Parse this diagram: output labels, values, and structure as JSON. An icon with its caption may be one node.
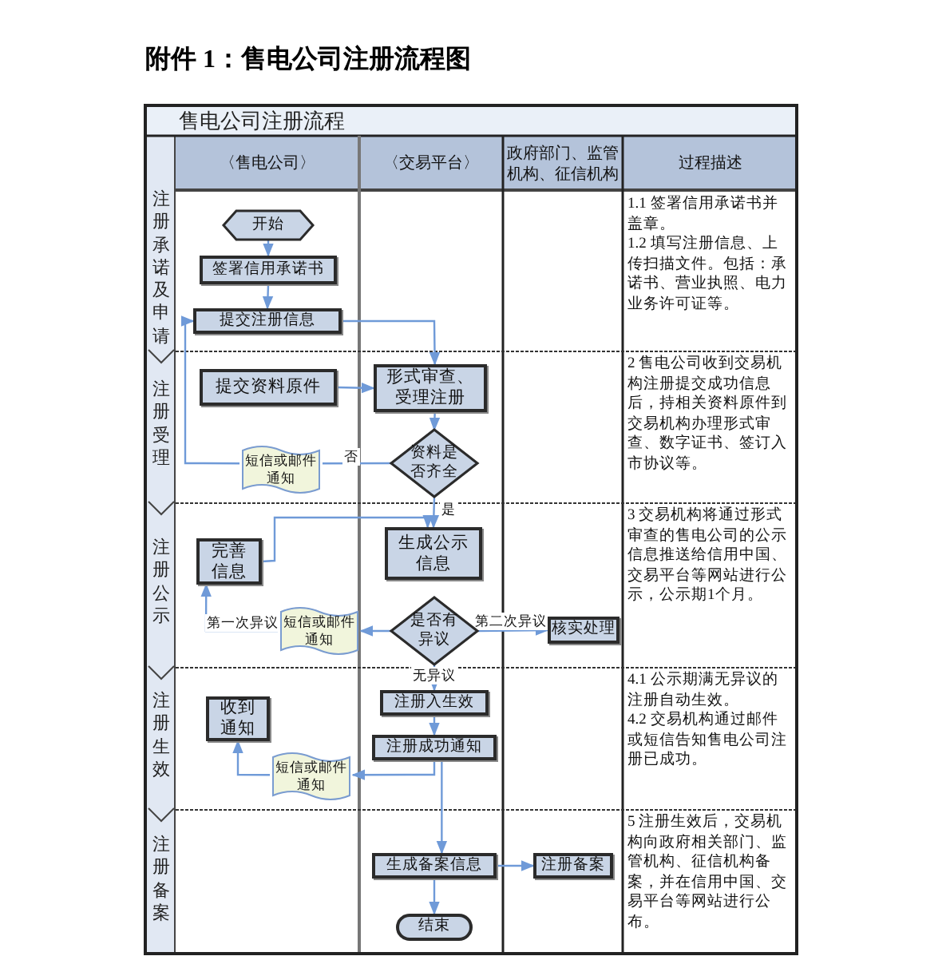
{
  "diagram": {
    "title": "附件 1：售电公司注册流程图",
    "nodes": [
      {
        "text": [
          "开始"
        ]
      },
      {
        "text": [
          "签署信用承诺书"
        ]
      },
      {
        "text": [
          "提交注册信息"
        ]
      },
      {
        "text": [
          "提交资料原件"
        ]
      },
      {
        "text": [
          "形式审查、受理注册"
        ]
      },
      {
        "text": [
          "资料是否齐全"
        ]
      },
      {
        "text": [
          "短信或邮件通知"
        ]
      },
      {
        "text": [
          "完善信息"
        ]
      },
      {
        "text": [
          "生成公示信息"
        ]
      },
      {
        "text": [
          "是否有异议"
        ]
      },
      {
        "text": [
          "短信或邮件通知"
        ]
      },
      {
        "text": [
          "核实处理"
        ]
      },
      {
        "text": [
          "注册入生效"
        ]
      },
      {
        "text": [
          "注册成功通知"
        ]
      },
      {
        "text": [
          "收到通知"
        ]
      },
      {
        "text": [
          "短信或邮件通知"
        ]
      },
      {
        "text": [
          "生成备案信息"
        ]
      },
      {
        "text": [
          "注册备案"
        ]
      },
      {
        "text": [
          "结束"
        ]
      }
    ],
    "edges": [
      {
        "from": 0,
        "to": 1,
        "arrow": "to"
      },
      {
        "from": 1,
        "to": 2,
        "arrow": "to"
      },
      {
        "from": 2,
        "to": 4,
        "arrow": "to"
      },
      {
        "from": 3,
        "to": 4,
        "arrow": "to"
      },
      {
        "from": 4,
        "to": 5,
        "arrow": "to"
      },
      {
        "from": 5,
        "to": 6,
        "arrow": "none",
        "label": "否"
      },
      {
        "from": 6,
        "to": 2,
        "arrow": "to"
      },
      {
        "from": 5,
        "to": 8,
        "arrow": "to",
        "label": "是"
      },
      {
        "from": 7,
        "to": 8,
        "arrow": "to"
      },
      {
        "from": 9,
        "to": 10,
        "arrow": "to"
      },
      {
        "from": 10,
        "to": 7,
        "arrow": "to",
        "label": "第一次异议"
      },
      {
        "from": 9,
        "to": 11,
        "arrow": "to",
        "label": "第二次异议"
      },
      {
        "from": 9,
        "to": 12,
        "arrow": "to",
        "label": "无异议"
      },
      {
        "from": 12,
        "to": 13,
        "arrow": "to"
      },
      {
        "from": 13,
        "to": 15,
        "arrow": "to"
      },
      {
        "from": 15,
        "to": 14,
        "arrow": "to"
      },
      {
        "from": 13,
        "to": 16,
        "arrow": "to"
      },
      {
        "from": 16,
        "to": 17,
        "arrow": "to"
      },
      {
        "from": 16,
        "to": 18,
        "arrow": "to"
      }
    ],
    "labels": [
      "售电公司注册流程",
      "〈售电公司〉",
      "〈交易平台〉",
      "政府部门、监管机构、征信机构",
      "过程描述",
      "注册承诺及申请",
      "1.1 签署信用承诺书并盖章。",
      "1.2 填写注册信息、上传扫描文件。包括：承诺书、营业执照、电力业务许可证等。",
      "注册受理",
      "2 售电公司收到交易机构注册提交成功信息后，持相关资料原件到交易机构办理形式审查、数字证书、签订入市协议等。",
      "注册公示",
      "3 交易机构将通过形式审查的售电公司的公示信息推送给信用中国、交易平台等网站进行公示，公示期1个月。",
      "注册生效",
      "4.1 公示期满无异议的注册自动生效。",
      "4.2 交易机构通过邮件或短信告知售电公司注册已成功。",
      "注册备案",
      "5 注册生效后，交易机构向政府相关部门、监管机构、征信机构备案，并在信用中国、交易平台等网站进行公布。"
    ]
  }
}
